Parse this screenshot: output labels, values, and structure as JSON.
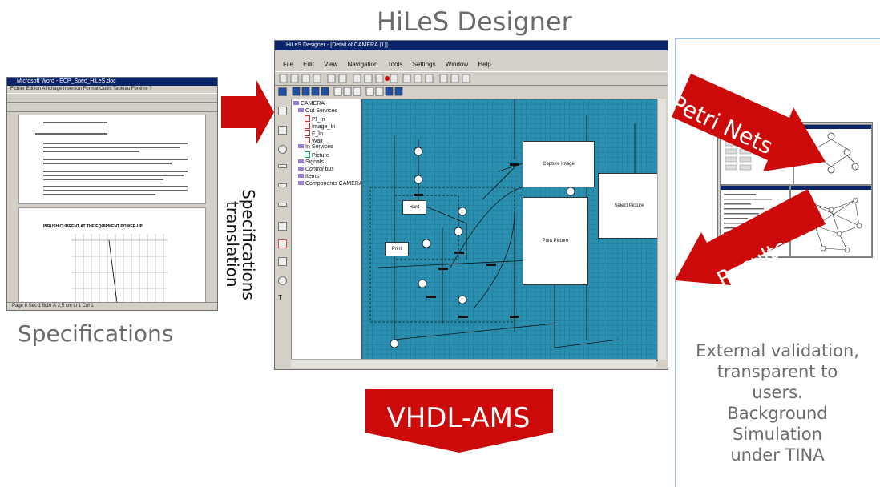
{
  "titles": {
    "designer": "HiLeS Designer",
    "specifications": "Specifications",
    "translation_line1": "Specifications",
    "translation_line2": "translation"
  },
  "arrows": {
    "petri_nets": "Petri Nets",
    "results": "Results",
    "vhdl_ams": "VHDL-AMS"
  },
  "external_validation": {
    "lines": [
      "External validation,",
      "transparent to",
      "users.",
      "Background",
      "Simulation",
      "under TINA"
    ]
  },
  "word_window": {
    "title": "Microsoft Word - ECP_Spec_HiLeS.doc",
    "menu": "Fichier  Edition  Affichage  Insertion  Format  Outils  Tableau  Fenêtre  ?",
    "chart_title": "INRUSH CURRENT AT THE EQUIPMENT POWER-UP",
    "status": "Page 8   Sec 1   8/16   À 2,5 cm   Li 1   Col 1"
  },
  "hiles_window": {
    "title": "HiLeS Designer - [Detail of CAMERA (1)]",
    "menu": [
      "File",
      "Edit",
      "View",
      "Navigation",
      "Tools",
      "Settings",
      "Window",
      "Help"
    ],
    "tree": {
      "root": "CAMERA",
      "out_services": "Out Services",
      "items_out": [
        "PI_In",
        "Image_In",
        "F_In",
        "Wait"
      ],
      "in_services": "In Services",
      "items_in": [
        "Picture"
      ],
      "signals": "Signals",
      "control_bus": "Control bus",
      "items": "Items",
      "components": "Components CAMERA"
    },
    "blocks": {
      "capture_image": "Capture Image",
      "print_picture": "Print Picture",
      "select_picture": "Select Picture",
      "hard": "Hard",
      "print": "Print"
    }
  },
  "colors": {
    "arrow_red": "#cc0a0a",
    "canvas_blue": "#2b8fb0",
    "title_gray": "#6b6b6b",
    "panel_border": "#9cc3e6"
  }
}
